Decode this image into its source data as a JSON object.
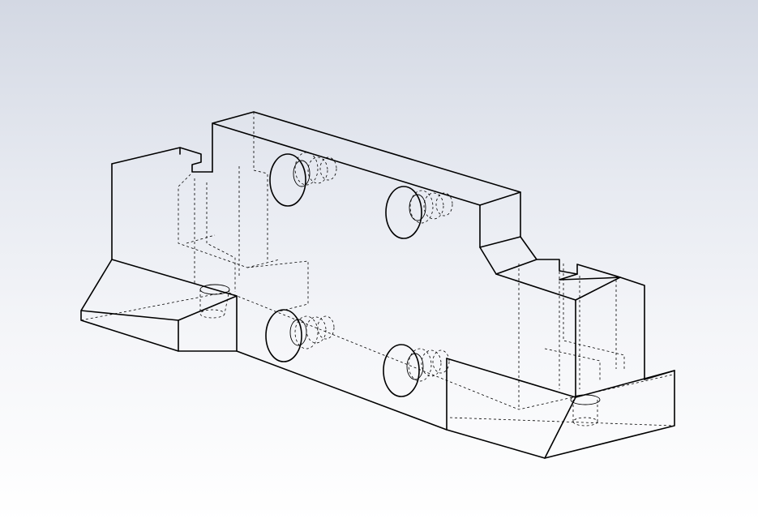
{
  "viewport": {
    "background_top": "#d3d8e3",
    "background_bottom": "#ffffff",
    "display_style": "hidden-lines-visible",
    "edge_color": "#000000"
  },
  "model": {
    "feature_counts": {
      "side_holes": 4,
      "counterbored_vertical_holes": 2
    }
  }
}
